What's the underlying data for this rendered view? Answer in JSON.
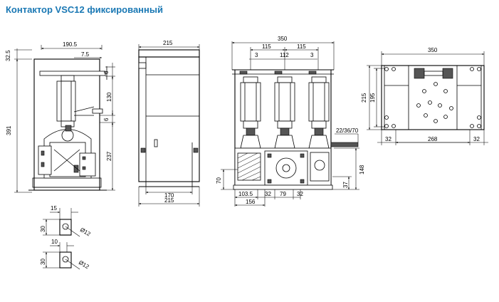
{
  "title": "Контактор VSC12 фиксированный",
  "colors": {
    "title": "#1a78b4",
    "line": "#000000",
    "background": "#ffffff"
  },
  "dims": {
    "side": {
      "width": "190.5",
      "offset": "7.5",
      "top": "32.5",
      "height": "391",
      "d1": "6",
      "d2": "130",
      "d3": "6",
      "d4": "237"
    },
    "front_narrow": {
      "top": "215",
      "bottom1": "170",
      "bottom2": "215"
    },
    "front_wide": {
      "width": "350",
      "pitch1": "115",
      "pitch2": "115",
      "gap_left": "3",
      "pitch_mid": "112",
      "gap_right": "3",
      "mount": "22/36/70",
      "h148": "148",
      "h70": "70",
      "h37": "37",
      "b1035": "103.5",
      "b32a": "32",
      "b79": "79",
      "b32b": "32",
      "b156": "156"
    },
    "plan": {
      "width": "350",
      "h215": "215",
      "h195": "195",
      "b32a": "32",
      "b268": "268",
      "b32b": "32"
    },
    "detail1": {
      "a": "15",
      "b": "30",
      "dia": "Ø12"
    },
    "detail2": {
      "a": "10",
      "b": "30",
      "dia": "Ø12"
    }
  }
}
